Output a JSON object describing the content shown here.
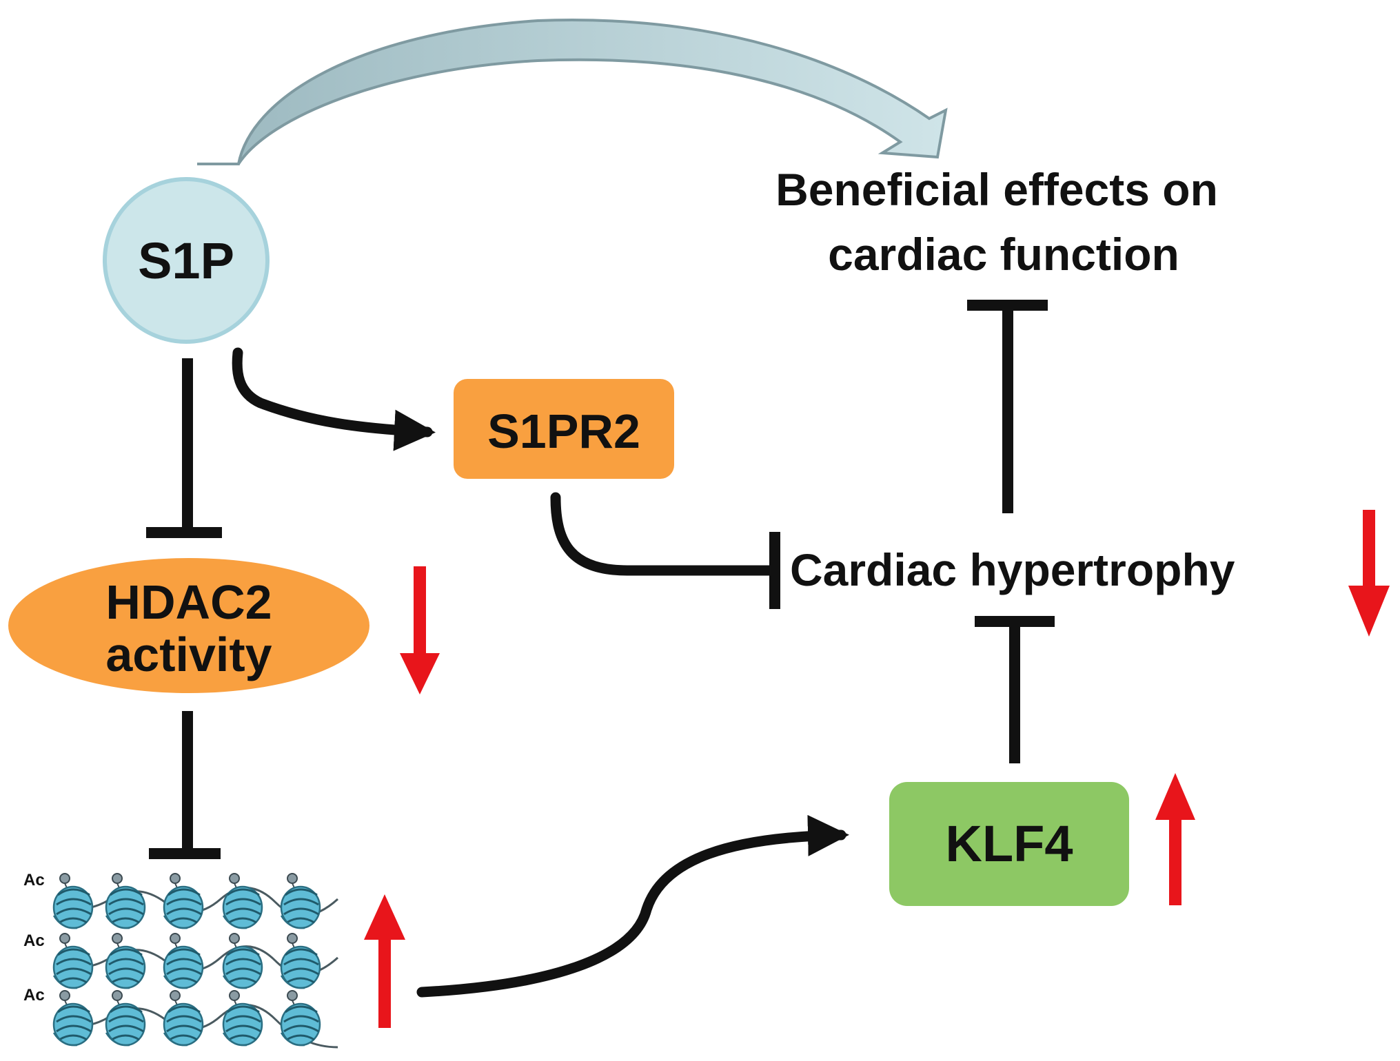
{
  "nodes": {
    "s1p": {
      "label": "S1P"
    },
    "s1pr2": {
      "label": "S1PR2"
    },
    "hdac2": {
      "line1": "HDAC2",
      "line2": "activity"
    },
    "klf4": {
      "label": "KLF4"
    }
  },
  "outcomes": {
    "beneficial": {
      "line1": "Beneficial effects on",
      "line2": "cardiac function"
    },
    "hypertrophy": {
      "label": "Cardiac hypertrophy"
    }
  },
  "histone": {
    "acetyl_marks": [
      "Ac",
      "Ac",
      "Ac"
    ]
  },
  "colors": {
    "s1p_fill": "#cce6ea",
    "s1pr2_fill": "#f9a040",
    "hdac2_fill": "#f9a040",
    "klf4_fill": "#8dc864",
    "indicator_red": "#e8151b",
    "curved_arrow": "#a9c5cc",
    "connector": "#111111",
    "nucleosome": "#5fbcd6"
  },
  "icons": {
    "decrease": "red-down-arrow-icon",
    "increase": "red-up-arrow-icon",
    "activation": "arrow-head",
    "inhibition": "t-bar"
  }
}
